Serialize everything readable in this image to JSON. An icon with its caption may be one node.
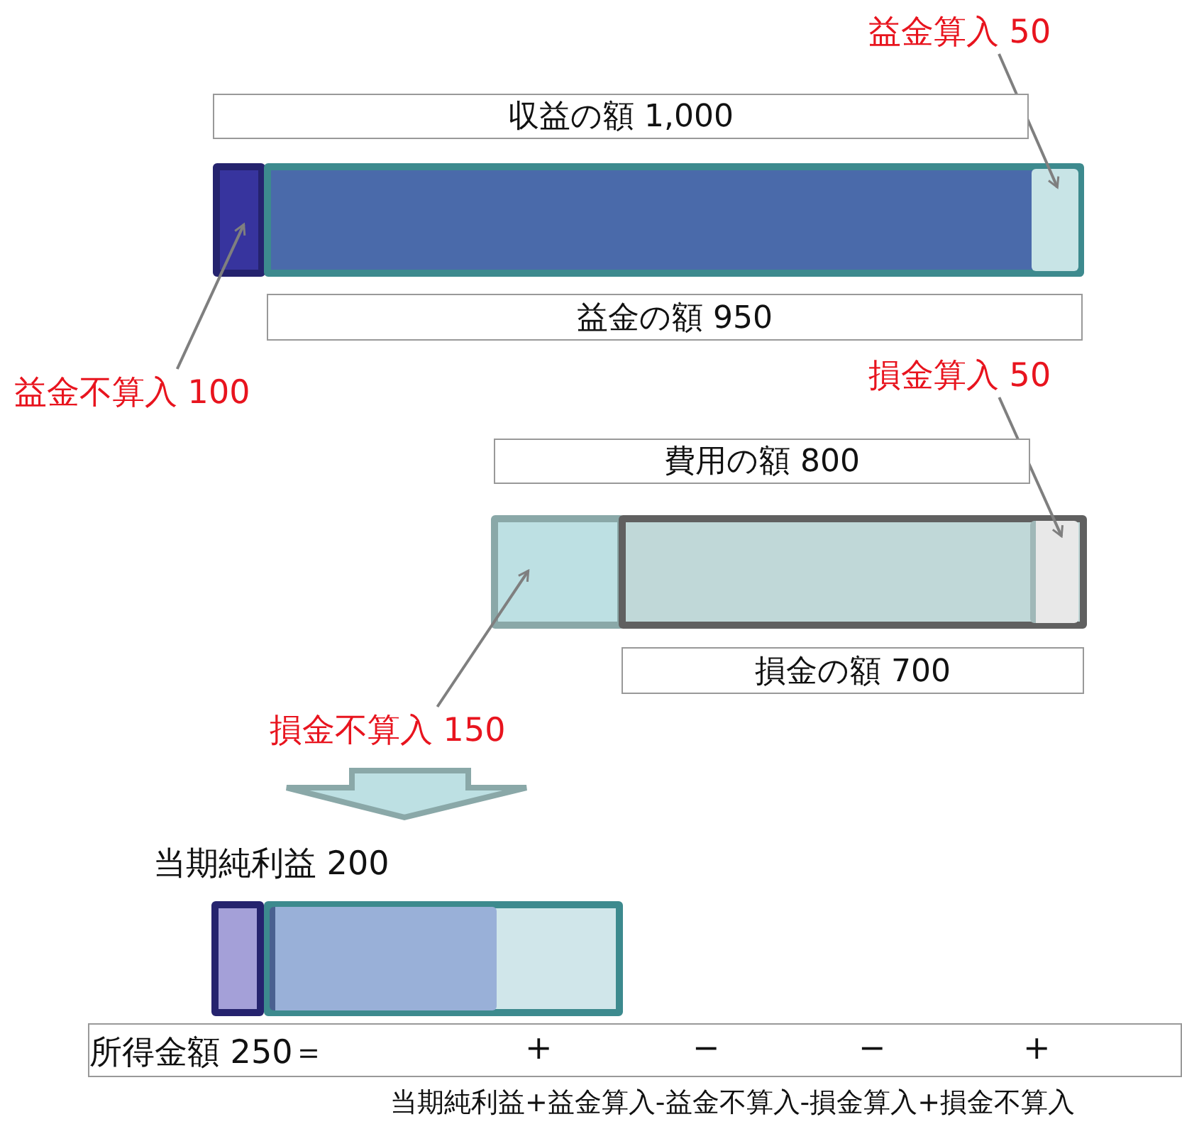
{
  "diagram": {
    "nodes": [
      {
        "text": [
          "収益の額 1,000"
        ]
      },
      {
        "text": [],
        "shape": "bar"
      },
      {
        "text": [],
        "shape": "bar"
      },
      {
        "text": [],
        "shape": "bar",
        "in": 2
      },
      {
        "text": [
          "益金の額 950"
        ]
      },
      {
        "text": [
          "益金算入 50"
        ]
      },
      {
        "text": [
          "益金不算入 100"
        ]
      },
      {
        "text": [
          "費用の額 800"
        ]
      },
      {
        "text": [],
        "shape": "bar"
      },
      {
        "text": [],
        "shape": "bar"
      },
      {
        "text": [],
        "shape": "bar",
        "in": 9
      },
      {
        "text": [
          "損金の額 700"
        ]
      },
      {
        "text": [
          "損金算入 50"
        ]
      },
      {
        "text": [
          "損金不算入 150"
        ]
      },
      {
        "text": [],
        "shape": "bar"
      },
      {
        "text": [],
        "shape": "bar"
      },
      {
        "text": [],
        "shape": "bar",
        "in": 15
      },
      {
        "text": [
          "所得金額 250＝",
          "+",
          "−",
          "−",
          "+"
        ]
      }
    ],
    "edges": [
      {
        "from": 5,
        "to": 3,
        "arrow": "to"
      },
      {
        "from": 6,
        "to": 1,
        "arrow": "to"
      },
      {
        "from": 12,
        "to": 10,
        "arrow": "to"
      },
      {
        "from": 13,
        "to": 8,
        "arrow": "to"
      }
    ],
    "labels": [
      "当期純利益 200",
      "当期純利益+益金算入-益金不算入-損金算入+損金不算入"
    ]
  }
}
